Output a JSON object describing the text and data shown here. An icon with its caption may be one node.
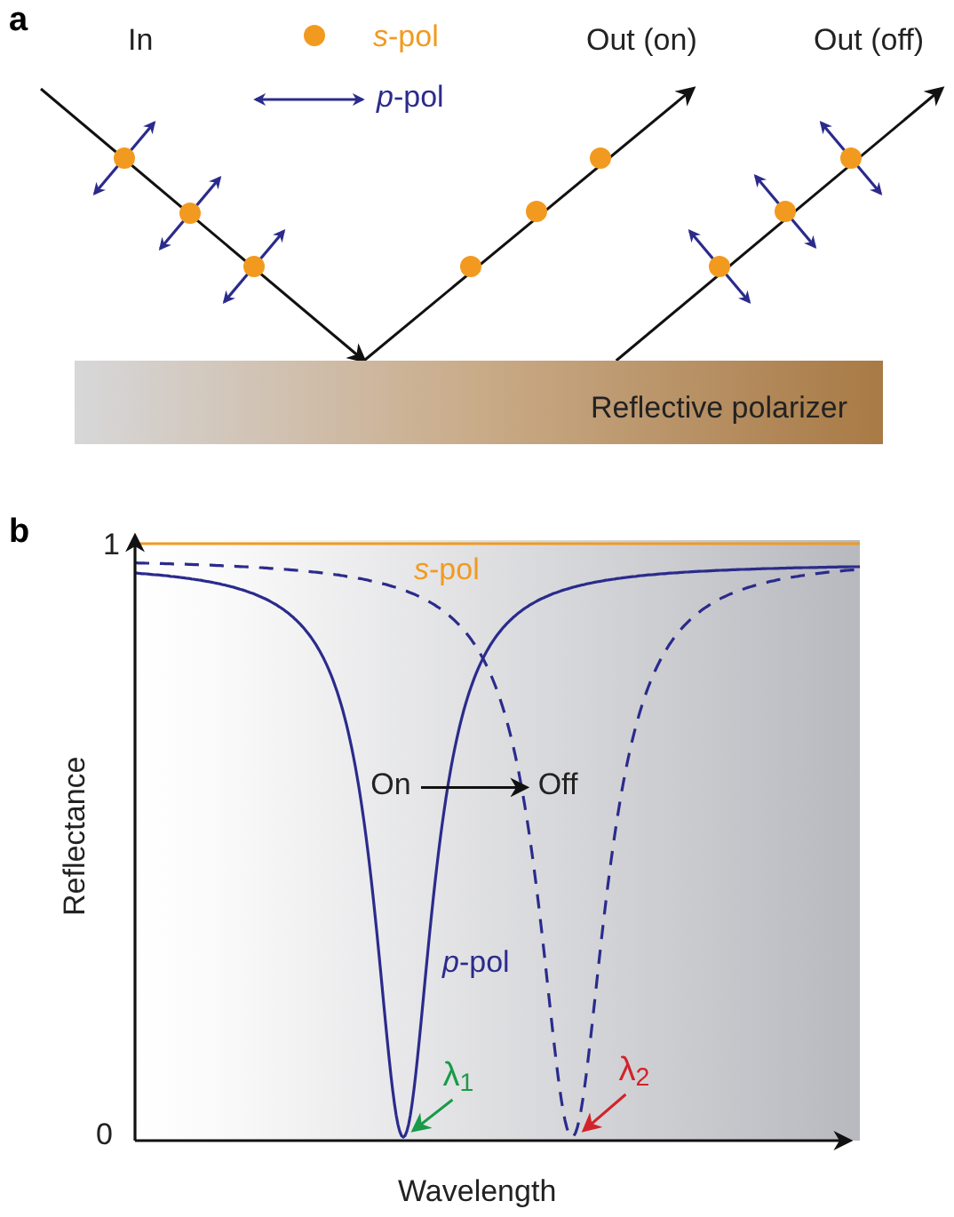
{
  "diagram": {
    "nodes": [
      {
        "text": [
          "Reflective polarizer"
        ]
      },
      {
        "text": [
          "On"
        ]
      },
      {
        "text": [
          "Off"
        ]
      },
      {
        "text": [
          "λ$_{1}$"
        ]
      },
      {
        "text": [
          "λ$_{2}$"
        ]
      }
    ],
    "edges": [
      {
        "from": null,
        "to": 0,
        "arrow": "to"
      },
      {
        "from": 0,
        "to": null,
        "arrow": "to"
      },
      {
        "from": 0,
        "to": null,
        "arrow": "to"
      },
      {
        "from": 1,
        "to": 2,
        "arrow": "to"
      },
      {
        "from": 3,
        "to": null,
        "arrow": "to",
        "color": "#1a9a48"
      },
      {
        "from": 4,
        "to": null,
        "arrow": "to",
        "color": "#d2232a"
      }
    ],
    "labels": [
      "a",
      "In",
      "Out (on)",
      "Out (off)",
      "b",
      "1",
      "*s*-pol",
      "*p*-pol",
      "Reflectance",
      "0",
      "Wavelength"
    ],
    "legend": [
      {
        "text": "*s*-pol"
      },
      {
        "text": "*p*-pol"
      }
    ]
  }
}
